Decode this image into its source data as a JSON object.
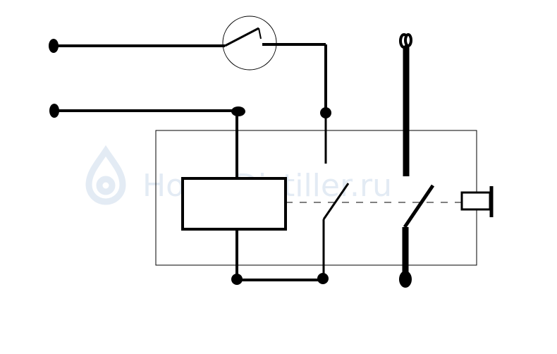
{
  "watermark": {
    "text": "HomeDistiller.ru"
  },
  "colors": {
    "ink": "#000000",
    "watermark": "#e3ebf4",
    "background": "#ffffff"
  },
  "diagram": {
    "kind": "relay-contactor-schematic",
    "components": [
      "input-terminal-top",
      "input-terminal-bottom",
      "series-switch",
      "relay-enclosure",
      "relay-coil",
      "control-contact",
      "power-contact",
      "test-pushbutton"
    ]
  }
}
